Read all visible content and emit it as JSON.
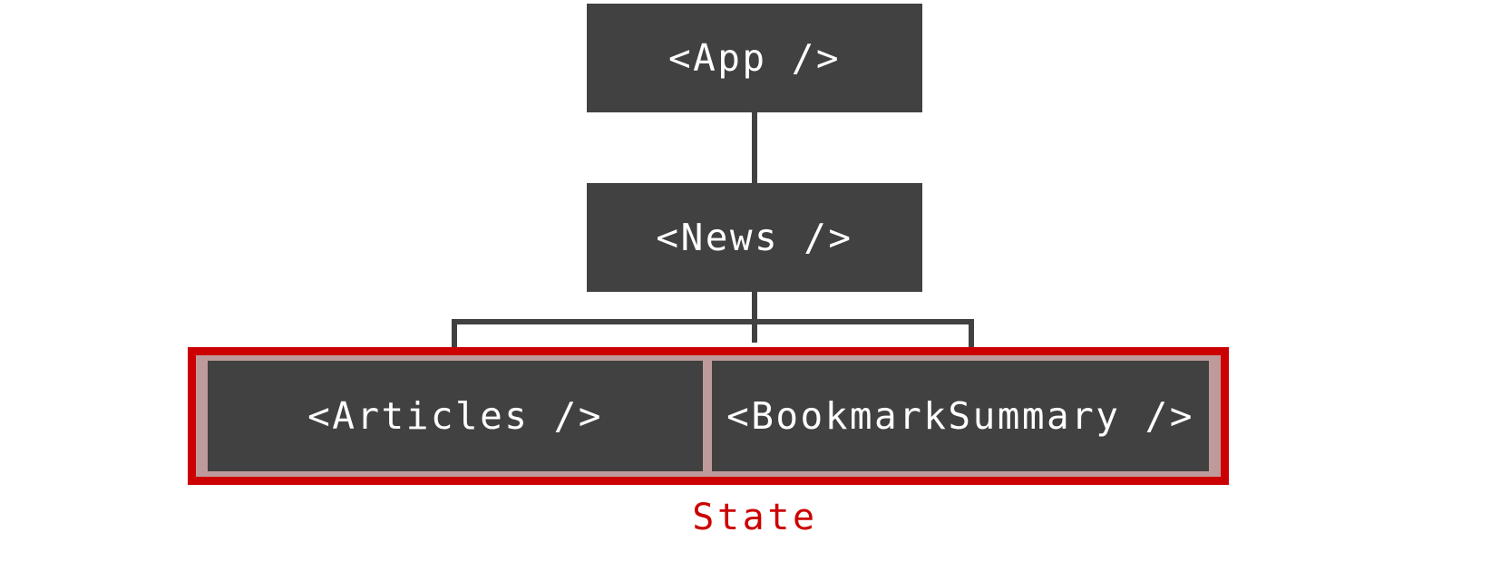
{
  "diagram": {
    "type": "component-tree",
    "title": "React component hierarchy with highlighted state location",
    "background_color": "#ffffff",
    "node_fill_color": "#414141",
    "node_text_color": "#ffffff",
    "edge_color": "#414141",
    "highlight_border_color": "#cc0000",
    "highlight_fill_color": "#bf9a9a",
    "caption_color": "#cc0000"
  },
  "nodes": {
    "app": {
      "label": "<App />",
      "level": 0
    },
    "news": {
      "label": "<News />",
      "level": 1
    },
    "articles": {
      "label": "<Articles />",
      "level": 2
    },
    "bookmark_summary": {
      "label": "<BookmarkSummary />",
      "level": 2
    }
  },
  "edges": [
    {
      "from": "<App />",
      "to": "<News />"
    },
    {
      "from": "<News />",
      "to": "<Articles />"
    },
    {
      "from": "<News />",
      "to": "<BookmarkSummary />"
    }
  ],
  "highlight": {
    "caption": "State",
    "members": [
      "<Articles />",
      "<BookmarkSummary />"
    ]
  }
}
